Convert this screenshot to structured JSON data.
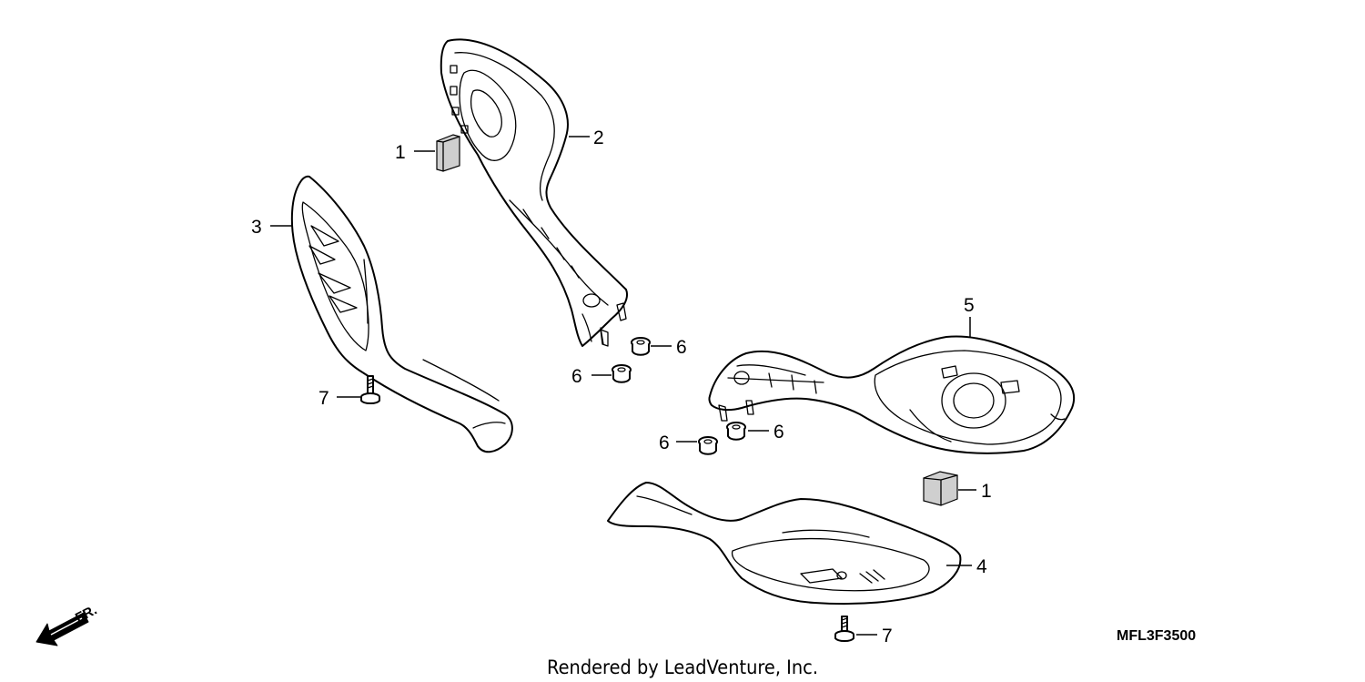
{
  "diagram": {
    "callouts": [
      {
        "id": "c1a",
        "label": "1"
      },
      {
        "id": "c2",
        "label": "2"
      },
      {
        "id": "c3",
        "label": "3"
      },
      {
        "id": "c7a",
        "label": "7"
      },
      {
        "id": "c6a",
        "label": "6"
      },
      {
        "id": "c6b",
        "label": "6"
      },
      {
        "id": "c5",
        "label": "5"
      },
      {
        "id": "c6c",
        "label": "6"
      },
      {
        "id": "c6d",
        "label": "6"
      },
      {
        "id": "c1b",
        "label": "1"
      },
      {
        "id": "c4",
        "label": "4"
      },
      {
        "id": "c7b",
        "label": "7"
      }
    ],
    "direction_label": "FR.",
    "diagram_code": "MFL3F3500",
    "credit": "Rendered by LeadVenture, Inc."
  },
  "icons": {
    "direction_arrow": "front-direction-arrow-icon"
  }
}
